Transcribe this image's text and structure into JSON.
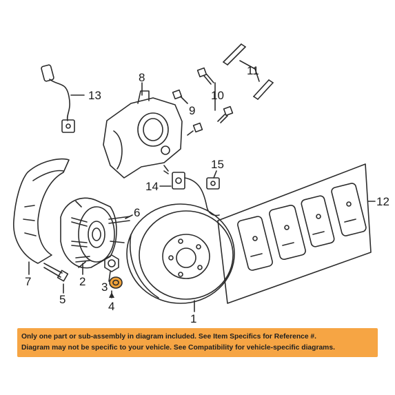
{
  "callouts": {
    "c1": "1",
    "c2": "2",
    "c3": "3",
    "c4": "4",
    "c5": "5",
    "c6": "6",
    "c7": "7",
    "c8": "8",
    "c9": "9",
    "c10": "10",
    "c11": "11",
    "c12": "12",
    "c13": "13",
    "c14": "14",
    "c15": "15"
  },
  "disclaimer": {
    "line1": "Only one part or sub-assembly in diagram included. See Item Specifics for Reference #.",
    "line2": "Diagram may not be specific to your vehicle. See Compatibility for vehicle-specific diagrams."
  },
  "colors": {
    "banner_bg": "#f6a544",
    "highlight_part": "#f0a23a",
    "line_art": "#2b2b2b"
  }
}
